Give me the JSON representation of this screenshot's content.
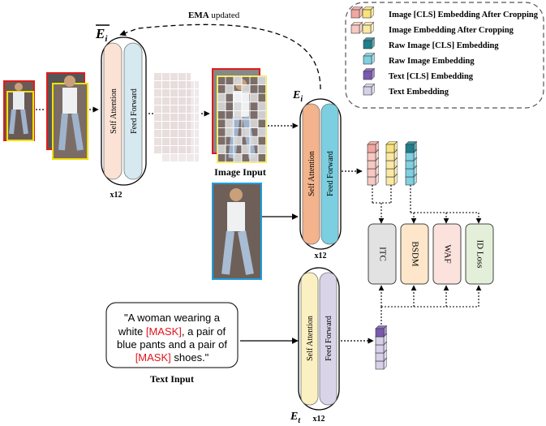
{
  "ema_label": {
    "bold": "EMA",
    "rest": " updated"
  },
  "encoders": {
    "ema_image": {
      "symbol": "E",
      "subscript": "i",
      "repeat": "x12",
      "left_block": "Self Attention",
      "right_block": "Feed Forward"
    },
    "image": {
      "symbol": "E",
      "subscript": "i",
      "repeat": "x12",
      "left_block": "Self Attention",
      "right_block": "Feed Forward"
    },
    "text": {
      "symbol": "E",
      "subscript": "t",
      "repeat": "x12",
      "left_block": "Self Attention",
      "right_block": "Feed Forward"
    }
  },
  "image_input_label": "Image Input",
  "text_input_label": "Text Input",
  "text_input": {
    "line1": "\"A woman wearing a",
    "line2_pre": "white ",
    "line2_mask": "[MASK]",
    "line2_post": ", a pair of",
    "line3": "blue pants and a pair of",
    "line4_mask": "[MASK]",
    "line4_post": " shoes.\""
  },
  "losses": [
    "ITC",
    "BSDM",
    "WAF",
    "ID Loss"
  ],
  "legend": [
    {
      "label": "Image [CLS] Embedding After Cropping",
      "colors": [
        "#f2a7a0",
        "#f9e27a"
      ]
    },
    {
      "label": "Image Embedding After Cropping",
      "colors": [
        "#f7c9c2",
        "#fbe9a3"
      ]
    },
    {
      "label": "Raw Image [CLS] Embedding",
      "colors": [
        "#1f7f8c"
      ]
    },
    {
      "label": "Raw Image Embedding",
      "colors": [
        "#7fd0e0"
      ]
    },
    {
      "label": "Text [CLS] Embedding",
      "colors": [
        "#7a59b0"
      ]
    },
    {
      "label": "Text Embedding",
      "colors": [
        "#d7d0ea"
      ]
    }
  ],
  "colors": {
    "self_attention_light": "#fbe2d4",
    "feed_forward_light": "#d6e9f0",
    "self_attention_orange": "#f3b38c",
    "feed_forward_cyan": "#7ccfe0",
    "text_self_attention": "#fbf0c1",
    "text_feed_forward": "#d9d4e8",
    "itc": "#e2e2e2",
    "bsdm": "#fde6c9",
    "waf": "#fbe2dc",
    "id_loss": "#e4efd9",
    "mask_red": "#e0141c",
    "crop_red": "#e01b1b",
    "crop_yellow": "#f2e000",
    "crop_blue": "#1d9fe0"
  }
}
